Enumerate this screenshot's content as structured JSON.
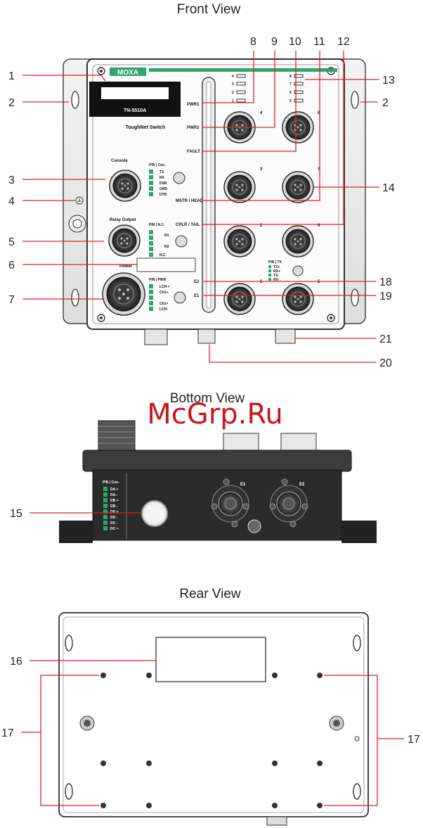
{
  "views": {
    "front_title": "Front View",
    "bottom_title": "Bottom View",
    "rear_title": "Rear View"
  },
  "watermark": "McGrp.Ru",
  "front": {
    "brand": "MOXA",
    "model": "TN-5510A",
    "product": "ToughNet Switch",
    "console": "Console",
    "relay_output": "Relay Output",
    "power": "Power",
    "console_pins": [
      "TX",
      "RX",
      "DSR",
      "GND",
      "DTR"
    ],
    "console_header": "PIN | Con.",
    "relay_pins": [
      "R1",
      "R2",
      "N.C"
    ],
    "relay_header": "PIN | N.C.",
    "power_pins": [
      "LCH +",
      "Ch1+",
      "",
      "Ch1+",
      "LCH-"
    ],
    "power_header": "PIN | PWR",
    "indicators": {
      "pwr1": "PWR1",
      "pwr2": "PWR2",
      "fault": "FAULT",
      "mstr_head": "MSTR / HEAD",
      "cplr_tail": "CPLR / TAIL",
      "e2": "E2",
      "e1": "E1"
    },
    "port_leds_left": [
      "4",
      "3",
      "2",
      "1"
    ],
    "port_leds_right": [
      "8",
      "7",
      "6",
      "5"
    ],
    "port_numbers": [
      "4",
      "8",
      "3",
      "7",
      "2",
      "6",
      "1",
      "5"
    ],
    "mini_header": "PIN | TX",
    "mini_pins": [
      "TX+",
      "RX+",
      "TX-",
      "RX-"
    ]
  },
  "bottom": {
    "e1": "E1",
    "e2": "E2",
    "header": "PIN | Con.",
    "pins": [
      "DA +",
      "DA -",
      "DB +",
      "DB -",
      "DD +",
      "DD -",
      "DC -",
      "DC +"
    ]
  },
  "callouts": {
    "c1": "1",
    "c2a": "2",
    "c2b": "2",
    "c3": "3",
    "c4": "4",
    "c5": "5",
    "c6": "6",
    "c7": "7",
    "c8": "8",
    "c9": "9",
    "c10": "10",
    "c11": "11",
    "c12": "12",
    "c13": "13",
    "c14": "14",
    "c15": "15",
    "c16": "16",
    "c17a": "17",
    "c17b": "17",
    "c18": "18",
    "c19": "19",
    "c20": "20",
    "c21": "21"
  },
  "colors": {
    "callout_line": "#e0202a",
    "brand_green": "#2ea56b",
    "device_dark": "#2b2b2b"
  }
}
